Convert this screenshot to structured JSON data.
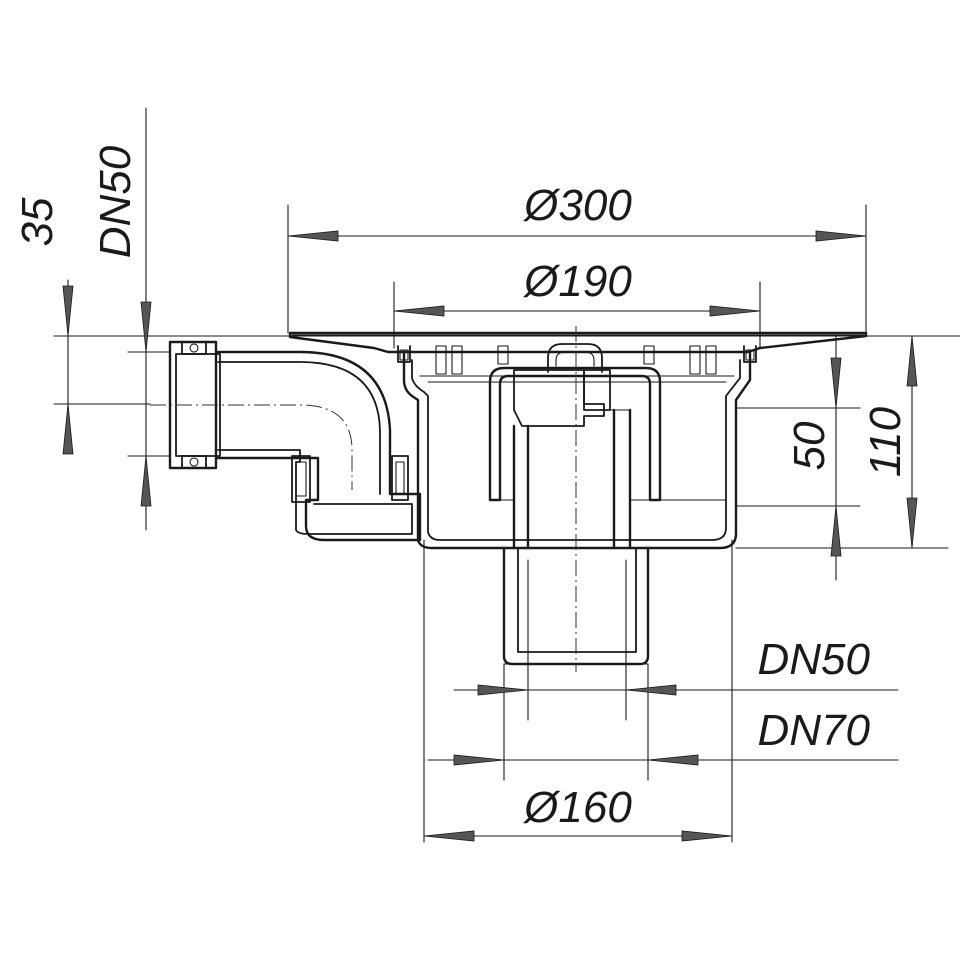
{
  "drawing": {
    "dimensions": {
      "d300": "Ø300",
      "d190": "Ø190",
      "d160": "Ø160",
      "h35": "35",
      "dn50_side": "DN50",
      "h50": "50",
      "h110": "110",
      "dn50_outlet": "DN50",
      "dn70_outlet": "DN70"
    }
  }
}
